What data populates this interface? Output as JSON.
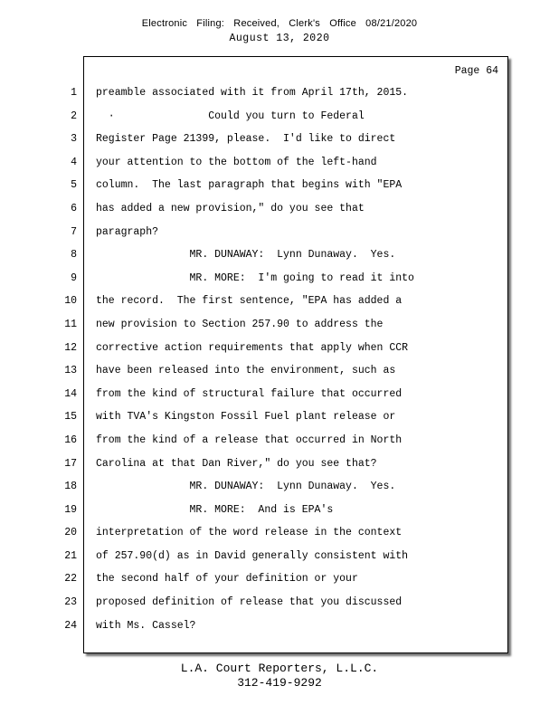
{
  "header": {
    "line1": "Electronic Filing: Received, Clerk's Office 08/21/2020",
    "line2": "August 13, 2020"
  },
  "page_label": "Page 64",
  "lines": [
    {
      "num": "1",
      "text": "preamble associated with it from April 17th, 2015."
    },
    {
      "num": "2",
      "text": "  ·               Could you turn to Federal"
    },
    {
      "num": "3",
      "text": "Register Page 21399, please.  I'd like to direct"
    },
    {
      "num": "4",
      "text": "your attention to the bottom of the left-hand"
    },
    {
      "num": "5",
      "text": "column.  The last paragraph that begins with \"EPA"
    },
    {
      "num": "6",
      "text": "has added a new provision,\" do you see that"
    },
    {
      "num": "7",
      "text": "paragraph?"
    },
    {
      "num": "8",
      "text": "               MR. DUNAWAY:  Lynn Dunaway.  Yes."
    },
    {
      "num": "9",
      "text": "               MR. MORE:  I'm going to read it into"
    },
    {
      "num": "10",
      "text": "the record.  The first sentence, \"EPA has added a"
    },
    {
      "num": "11",
      "text": "new provision to Section 257.90 to address the"
    },
    {
      "num": "12",
      "text": "corrective action requirements that apply when CCR"
    },
    {
      "num": "13",
      "text": "have been released into the environment, such as"
    },
    {
      "num": "14",
      "text": "from the kind of structural failure that occurred"
    },
    {
      "num": "15",
      "text": "with TVA's Kingston Fossil Fuel plant release or"
    },
    {
      "num": "16",
      "text": "from the kind of a release that occurred in North"
    },
    {
      "num": "17",
      "text": "Carolina at that Dan River,\" do you see that?"
    },
    {
      "num": "18",
      "text": "               MR. DUNAWAY:  Lynn Dunaway.  Yes."
    },
    {
      "num": "19",
      "text": "               MR. MORE:  And is EPA's"
    },
    {
      "num": "20",
      "text": "interpretation of the word release in the context"
    },
    {
      "num": "21",
      "text": "of 257.90(d) as in David generally consistent with"
    },
    {
      "num": "22",
      "text": "the second half of your definition or your"
    },
    {
      "num": "23",
      "text": "proposed definition of release that you discussed"
    },
    {
      "num": "24",
      "text": "with Ms. Cassel?"
    }
  ],
  "footer": {
    "line1": "L.A. Court Reporters, L.L.C.",
    "line2": "312-419-9292"
  }
}
